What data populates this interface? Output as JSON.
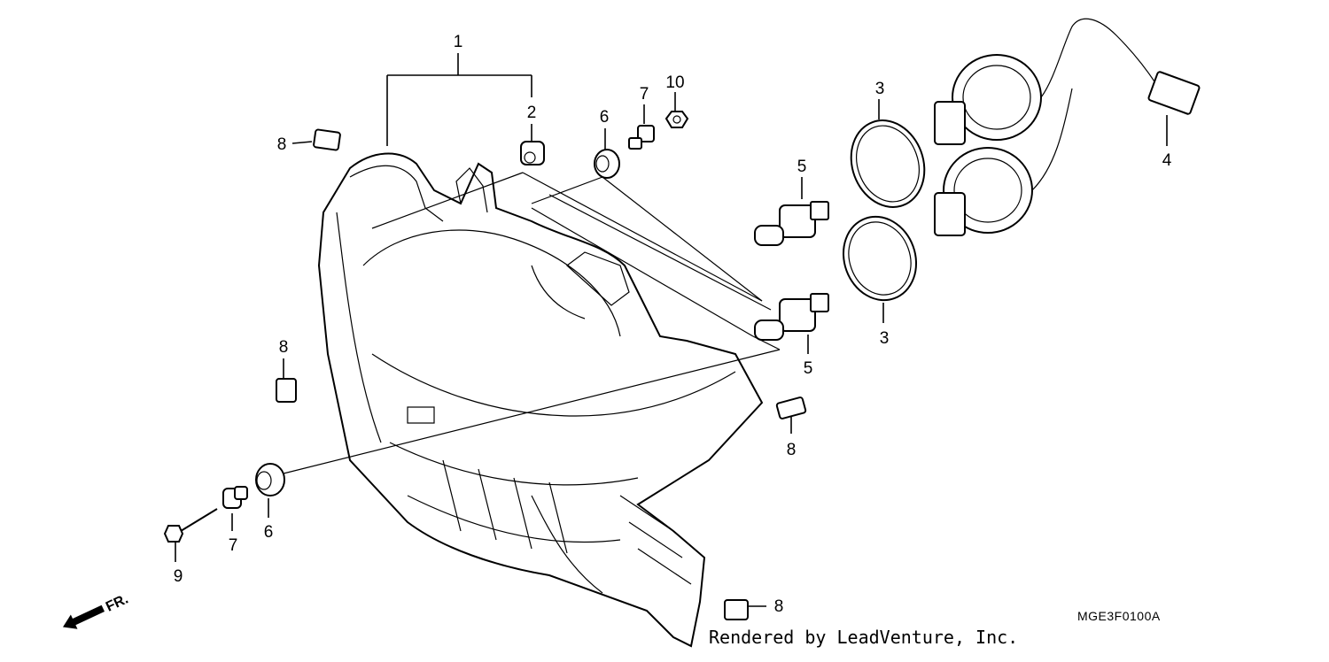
{
  "callouts": {
    "c1": "1",
    "c2": "2",
    "c3a": "3",
    "c3b": "3",
    "c4": "4",
    "c5a": "5",
    "c5b": "5",
    "c6a": "6",
    "c6b": "6",
    "c7a": "7",
    "c7b": "7",
    "c8a": "8",
    "c8b": "8",
    "c8c": "8",
    "c8d": "8",
    "c9": "9",
    "c10": "10"
  },
  "direction_label": "FR.",
  "diagram_code": "MGE3F0100A",
  "credit": "Rendered by LeadVenture, Inc."
}
